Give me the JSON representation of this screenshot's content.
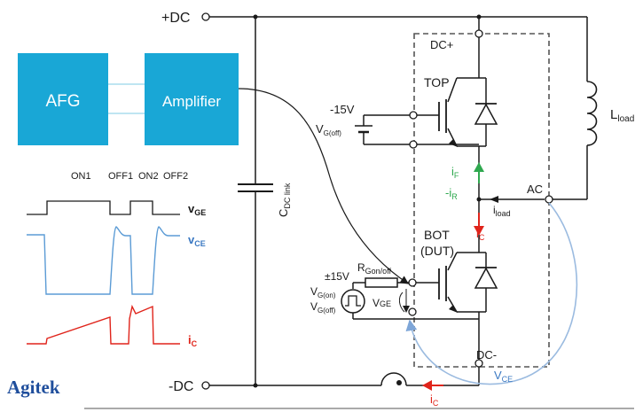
{
  "blocks": {
    "afg": "AFG",
    "amplifier": "Amplifier"
  },
  "rails": {
    "pos": "+DC",
    "neg": "-DC"
  },
  "nodes": {
    "dc_plus": "DC+",
    "dc_minus": "DC-",
    "ac": "AC"
  },
  "switches": {
    "top": "TOP",
    "bot_line1": "BOT",
    "bot_line2": "(DUT)"
  },
  "gate_top": {
    "supply": "-15V",
    "vg_main": "V",
    "vg_sub": "G(off)"
  },
  "gate_bot": {
    "supply": "±15V",
    "vg_on_main": "V",
    "vg_on_sub": "G(on)",
    "vg_off_main": "V",
    "vg_off_sub": "G(off)",
    "rg_main": "R",
    "rg_sub": "Gon/off",
    "vge_main": "V",
    "vge_sub": "GE"
  },
  "cap": {
    "main": "C",
    "sub": "DC link"
  },
  "load": {
    "main": "L",
    "sub": "load"
  },
  "currents": {
    "if_main": "i",
    "if_sub": "F",
    "ir_main": "-i",
    "ir_sub": "R",
    "iload_main": "i",
    "iload_sub": "load",
    "ic_main": "i",
    "ic_sub": "C"
  },
  "vce_meas": {
    "main": "V",
    "sub": "CE"
  },
  "waveforms": {
    "phases": [
      "ON1",
      "OFF1",
      "ON2",
      "OFF2"
    ],
    "vge": {
      "main": "v",
      "sub": "GE"
    },
    "vce": {
      "main": "v",
      "sub": "CE"
    },
    "ic": {
      "main": "i",
      "sub": "C"
    }
  },
  "logo": "Agitek",
  "colors": {
    "block": "#19a7d6",
    "wire": "#1a1a1a",
    "current_green": "#2fa84f",
    "current_red": "#e0241b",
    "vce_blue": "#5b9bd5",
    "measure_blue": "#9bbbe0",
    "brand": "#1f4e9c"
  }
}
